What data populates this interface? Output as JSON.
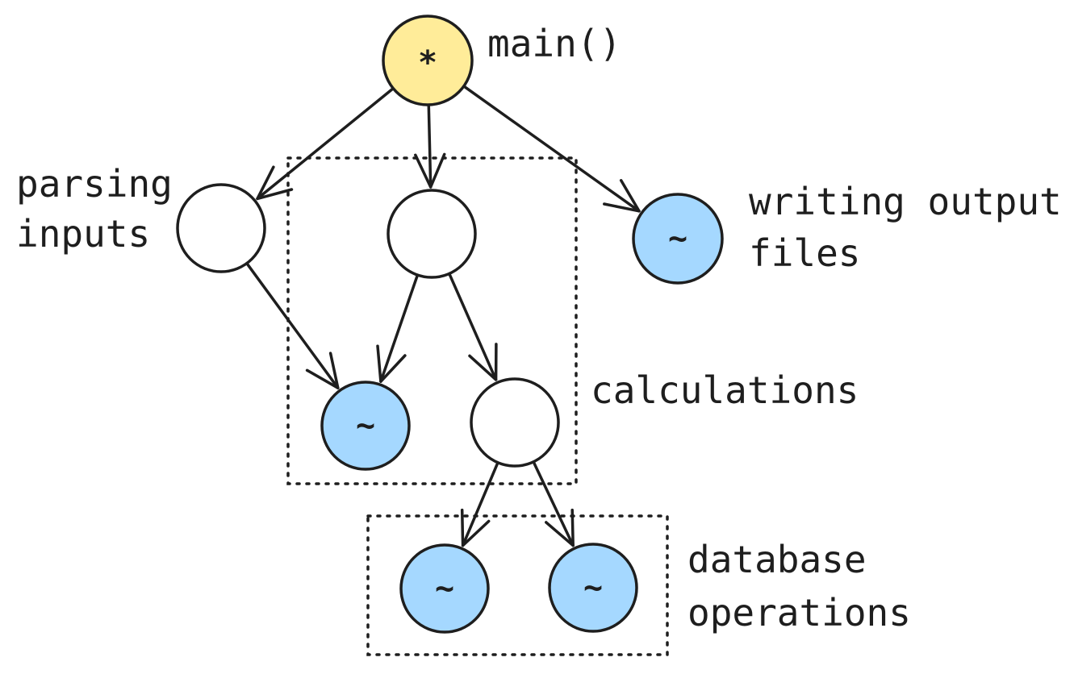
{
  "labels": {
    "main": "main()",
    "parsing_line1": "parsing",
    "parsing_line2": "inputs",
    "writing_line1": "writing output",
    "writing_line2": "files",
    "calculations": "calculations",
    "database_line1": "database",
    "database_line2": "operations"
  },
  "symbols": {
    "root": "*",
    "io": "~"
  },
  "colors": {
    "stroke": "#1e1e1e",
    "root_fill": "#ffec99",
    "io_fill": "#a5d8ff",
    "plain_fill": "#ffffff",
    "background": "#ffffff"
  },
  "nodes": [
    {
      "id": "root",
      "kind": "root",
      "symbol_key": "root"
    },
    {
      "id": "parsing",
      "kind": "plain"
    },
    {
      "id": "calc-top",
      "kind": "plain"
    },
    {
      "id": "writing",
      "kind": "io",
      "symbol_key": "io"
    },
    {
      "id": "calc-io",
      "kind": "io",
      "symbol_key": "io"
    },
    {
      "id": "calc-sub",
      "kind": "plain"
    },
    {
      "id": "db-1",
      "kind": "io",
      "symbol_key": "io"
    },
    {
      "id": "db-2",
      "kind": "io",
      "symbol_key": "io"
    }
  ],
  "edges": [
    {
      "from": "root",
      "to": "parsing"
    },
    {
      "from": "root",
      "to": "calc-top"
    },
    {
      "from": "root",
      "to": "writing"
    },
    {
      "from": "parsing",
      "to": "calc-io"
    },
    {
      "from": "calc-top",
      "to": "calc-io"
    },
    {
      "from": "calc-top",
      "to": "calc-sub"
    },
    {
      "from": "calc-sub",
      "to": "db-1"
    },
    {
      "from": "calc-sub",
      "to": "db-2"
    }
  ],
  "groups": [
    {
      "id": "calculations-group",
      "label_key": "calculations"
    },
    {
      "id": "database-group",
      "label_key": "database_line1"
    }
  ]
}
